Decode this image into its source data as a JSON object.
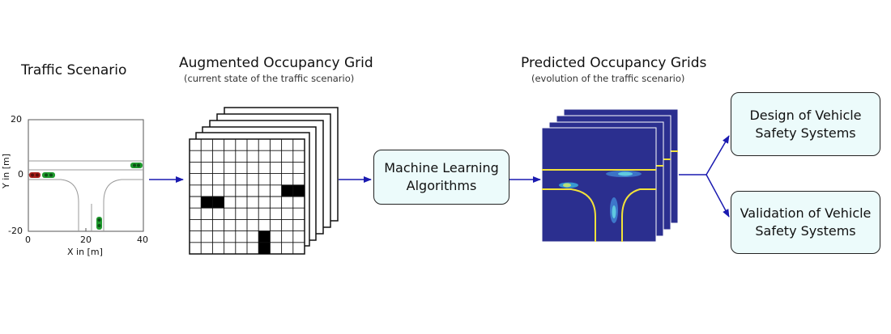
{
  "scenario": {
    "title": "Traffic Scenario",
    "ylabel": "Y in [m]",
    "xlabel": "X in [m]",
    "xticks": [
      "0",
      "20",
      "40"
    ],
    "yticks": [
      "20",
      "0",
      "-20"
    ]
  },
  "occupancy": {
    "title": "Augmented Occupancy Grid",
    "subtitle": "(current state of the traffic scenario)"
  },
  "ml_box": {
    "line1": "Machine Learning",
    "line2": "Algorithms"
  },
  "predicted": {
    "title": "Predicted Occupancy Grids",
    "subtitle": "(evolution of the traffic scenario)"
  },
  "design_box": {
    "line1": "Design of Vehicle",
    "line2": "Safety Systems"
  },
  "validation_box": {
    "line1": "Validation of Vehicle",
    "line2": "Safety Systems"
  },
  "colors": {
    "arrow": "#1a1ab0",
    "box_fill": "#ecfbfb",
    "grid_bg": "#2b2f8f",
    "lane_line": "#f2e23a",
    "car_green": "#1f9a2e",
    "car_red": "#a8201c"
  }
}
